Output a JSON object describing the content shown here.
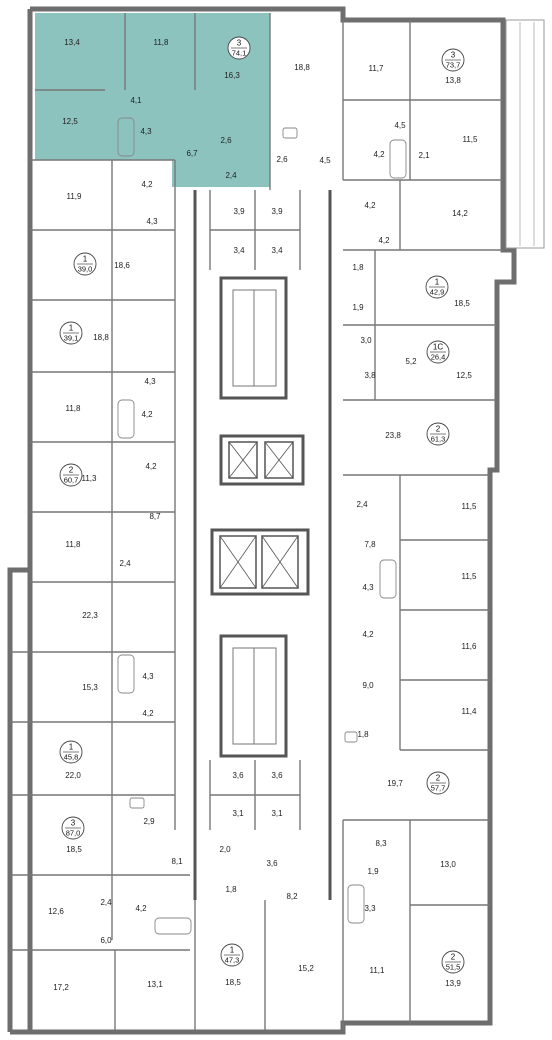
{
  "highlight": {
    "color": "#78b8b4"
  },
  "rooms": [
    {
      "id": "r1",
      "label": "13,4"
    },
    {
      "id": "r2",
      "label": "11,8"
    },
    {
      "id": "r3",
      "label": "16,3"
    },
    {
      "id": "r4",
      "label": "18,8"
    },
    {
      "id": "r5",
      "label": "11,7"
    },
    {
      "id": "r6",
      "label": "13,8"
    },
    {
      "id": "r7",
      "label": "12,5"
    },
    {
      "id": "r8",
      "label": "4,1"
    },
    {
      "id": "r9",
      "label": "4,3"
    },
    {
      "id": "r10",
      "label": "2,6"
    },
    {
      "id": "r11",
      "label": "6,7"
    },
    {
      "id": "r12",
      "label": "2,4"
    },
    {
      "id": "r13",
      "label": "2,6"
    },
    {
      "id": "r14",
      "label": "4,5"
    },
    {
      "id": "r15",
      "label": "4,5"
    },
    {
      "id": "r16",
      "label": "4,2"
    },
    {
      "id": "r17",
      "label": "2,1"
    },
    {
      "id": "r18",
      "label": "11,5"
    },
    {
      "id": "r19",
      "label": "4,2"
    },
    {
      "id": "r20",
      "label": "11,9"
    },
    {
      "id": "r21",
      "label": "4,3"
    },
    {
      "id": "r22",
      "label": "3,9"
    },
    {
      "id": "r23",
      "label": "3,9"
    },
    {
      "id": "r24",
      "label": "4,2"
    },
    {
      "id": "r25",
      "label": "14,2"
    },
    {
      "id": "r26",
      "label": "4,2"
    },
    {
      "id": "r27",
      "label": "3,4"
    },
    {
      "id": "r28",
      "label": "3,4"
    },
    {
      "id": "r29",
      "label": "18,6"
    },
    {
      "id": "r30",
      "label": "1,8"
    },
    {
      "id": "r31",
      "label": "18,5"
    },
    {
      "id": "r32",
      "label": "1,9"
    },
    {
      "id": "r33",
      "label": "18,8"
    },
    {
      "id": "r34",
      "label": "3,0"
    },
    {
      "id": "r35",
      "label": "5,2"
    },
    {
      "id": "r36",
      "label": "3,8"
    },
    {
      "id": "r37",
      "label": "12,5"
    },
    {
      "id": "r38",
      "label": "4,3"
    },
    {
      "id": "r39",
      "label": "11,8"
    },
    {
      "id": "r40",
      "label": "4,2"
    },
    {
      "id": "r41",
      "label": "23,8"
    },
    {
      "id": "r42",
      "label": "4,2"
    },
    {
      "id": "r43",
      "label": "11,3"
    },
    {
      "id": "r44",
      "label": "2,4"
    },
    {
      "id": "r45",
      "label": "11,5"
    },
    {
      "id": "r46",
      "label": "8,7"
    },
    {
      "id": "r47",
      "label": "11,8"
    },
    {
      "id": "r48",
      "label": "7,8"
    },
    {
      "id": "r49",
      "label": "2,4"
    },
    {
      "id": "r50",
      "label": "11,5"
    },
    {
      "id": "r51",
      "label": "22,3"
    },
    {
      "id": "r52",
      "label": "4,3"
    },
    {
      "id": "r53",
      "label": "4,2"
    },
    {
      "id": "r54",
      "label": "11,6"
    },
    {
      "id": "r55",
      "label": "4,3"
    },
    {
      "id": "r56",
      "label": "15,3"
    },
    {
      "id": "r57",
      "label": "9,0"
    },
    {
      "id": "r58",
      "label": "4,2"
    },
    {
      "id": "r59",
      "label": "11,4"
    },
    {
      "id": "r60",
      "label": "1,8"
    },
    {
      "id": "r61",
      "label": "22,0"
    },
    {
      "id": "r62",
      "label": "3,6"
    },
    {
      "id": "r63",
      "label": "3,6"
    },
    {
      "id": "r64",
      "label": "19,7"
    },
    {
      "id": "r65",
      "label": "3,1"
    },
    {
      "id": "r66",
      "label": "3,1"
    },
    {
      "id": "r67",
      "label": "2,9"
    },
    {
      "id": "r68",
      "label": "18,5"
    },
    {
      "id": "r69",
      "label": "8,3"
    },
    {
      "id": "r70",
      "label": "2,0"
    },
    {
      "id": "r71",
      "label": "3,6"
    },
    {
      "id": "r72",
      "label": "8,1"
    },
    {
      "id": "r73",
      "label": "13,0"
    },
    {
      "id": "r74",
      "label": "1,9"
    },
    {
      "id": "r75",
      "label": "1,8"
    },
    {
      "id": "r76",
      "label": "8,2"
    },
    {
      "id": "r77",
      "label": "2,4"
    },
    {
      "id": "r78",
      "label": "12,6"
    },
    {
      "id": "r79",
      "label": "6,0"
    },
    {
      "id": "r80",
      "label": "4,2"
    },
    {
      "id": "r81",
      "label": "3,3"
    },
    {
      "id": "r82",
      "label": "17,2"
    },
    {
      "id": "r83",
      "label": "13,1"
    },
    {
      "id": "r84",
      "label": "18,5"
    },
    {
      "id": "r85",
      "label": "15,2"
    },
    {
      "id": "r86",
      "label": "11,1"
    },
    {
      "id": "r87",
      "label": "13,9"
    }
  ],
  "apartments": [
    {
      "id": "a1",
      "rooms": "3",
      "area": "74,1"
    },
    {
      "id": "a2",
      "rooms": "3",
      "area": "73,7"
    },
    {
      "id": "a3",
      "rooms": "1",
      "area": "39,0"
    },
    {
      "id": "a4",
      "rooms": "1",
      "area": "42,9"
    },
    {
      "id": "a5",
      "rooms": "1",
      "area": "39,1"
    },
    {
      "id": "a6",
      "rooms": "1С",
      "area": "26,4"
    },
    {
      "id": "a7",
      "rooms": "2",
      "area": "61,3"
    },
    {
      "id": "a8",
      "rooms": "2",
      "area": "60,7"
    },
    {
      "id": "a9",
      "rooms": "1",
      "area": "45,8"
    },
    {
      "id": "a10",
      "rooms": "2",
      "area": "57,7"
    },
    {
      "id": "a11",
      "rooms": "3",
      "area": "87,0"
    },
    {
      "id": "a12",
      "rooms": "1",
      "area": "47,3"
    },
    {
      "id": "a13",
      "rooms": "2",
      "area": "51,5"
    }
  ]
}
